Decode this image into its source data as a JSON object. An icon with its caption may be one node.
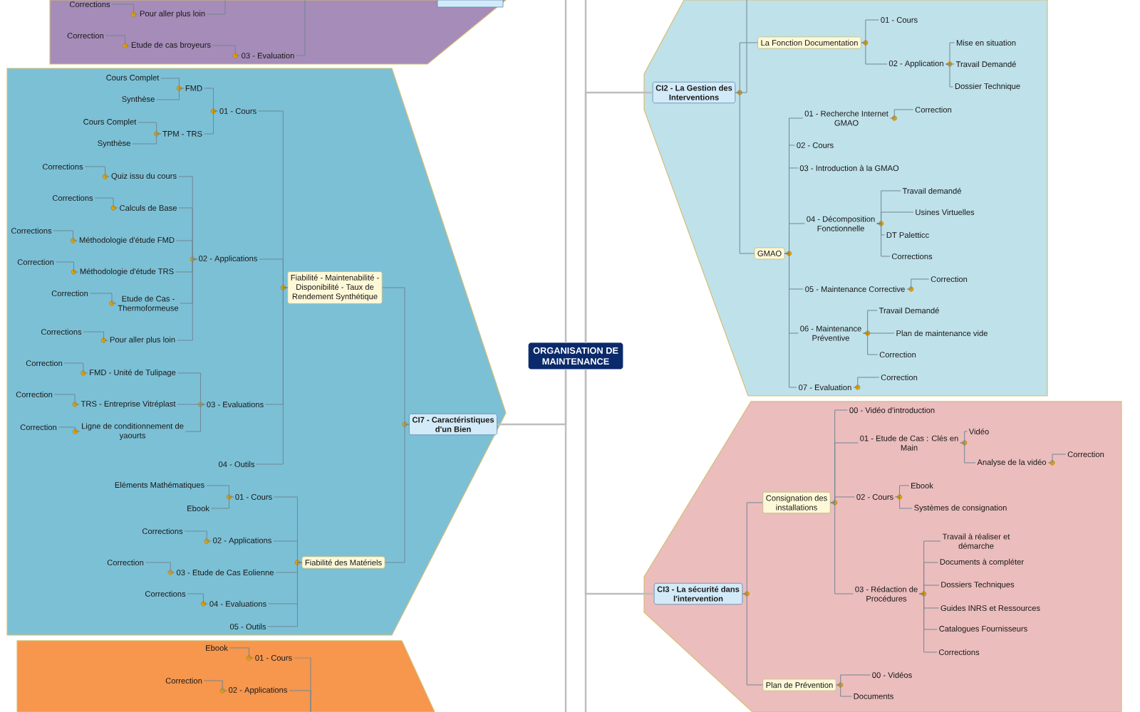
{
  "diagram": {
    "nodes": [
      {
        "text": [],
        "shape": "band"
      },
      {
        "text": [],
        "shape": "box",
        "in": 0
      },
      {
        "text": [
          "Corrections"
        ],
        "in": 0
      },
      {
        "text": [
          "Pour aller plus loin"
        ],
        "in": 0
      },
      {
        "text": [
          "Correction"
        ],
        "in": 0
      },
      {
        "text": [
          "Etude de cas broyeurs"
        ],
        "in": 0
      },
      {
        "text": [
          "03 - Evaluation"
        ],
        "in": 0
      },
      {
        "text": [],
        "shape": "band"
      },
      {
        "text": [
          "Cours Complet"
        ],
        "in": 7
      },
      {
        "text": [
          "Synthèse"
        ],
        "in": 7
      },
      {
        "text": [
          "FMD"
        ],
        "in": 7
      },
      {
        "text": [
          "Cours Complet"
        ],
        "in": 7
      },
      {
        "text": [
          "Synthèse"
        ],
        "in": 7
      },
      {
        "text": [
          "TPM - TRS"
        ],
        "in": 7
      },
      {
        "text": [
          "01 - Cours"
        ],
        "in": 7
      },
      {
        "text": [
          "Corrections"
        ],
        "in": 7
      },
      {
        "text": [
          "Quiz issu du cours"
        ],
        "in": 7
      },
      {
        "text": [
          "Corrections"
        ],
        "in": 7
      },
      {
        "text": [
          "Calculs de Base"
        ],
        "in": 7
      },
      {
        "text": [
          "Corrections"
        ],
        "in": 7
      },
      {
        "text": [
          "Méthodologie d'étude FMD"
        ],
        "in": 7
      },
      {
        "text": [
          "Correction"
        ],
        "in": 7
      },
      {
        "text": [
          "Méthodologie d'étude TRS"
        ],
        "in": 7
      },
      {
        "text": [
          "Correction"
        ],
        "in": 7
      },
      {
        "text": [
          "Etude de Cas - Thermoformeuse"
        ],
        "in": 7
      },
      {
        "text": [
          "Corrections"
        ],
        "in": 7
      },
      {
        "text": [
          "Pour aller plus loin"
        ],
        "in": 7
      },
      {
        "text": [
          "02 - Applications"
        ],
        "in": 7
      },
      {
        "text": [
          "Correction"
        ],
        "in": 7
      },
      {
        "text": [
          "FMD - Unité de Tulipage"
        ],
        "in": 7
      },
      {
        "text": [
          "Correction"
        ],
        "in": 7
      },
      {
        "text": [
          "TRS - Entreprise Vitréplast"
        ],
        "in": 7
      },
      {
        "text": [
          "Correction"
        ],
        "in": 7
      },
      {
        "text": [
          "Ligne de conditionnement de yaourts"
        ],
        "in": 7
      },
      {
        "text": [
          "03 - Evaluations"
        ],
        "in": 7
      },
      {
        "text": [
          "04 - Outils"
        ],
        "in": 7
      },
      {
        "text": [
          "Fiabilité - Maintenabilité - Disponibilité - Taux de Rendement Synthétique"
        ],
        "in": 7
      },
      {
        "text": [
          "Eléments Mathématiques"
        ],
        "in": 7
      },
      {
        "text": [
          "Ebook"
        ],
        "in": 7
      },
      {
        "text": [
          "01 - Cours"
        ],
        "in": 7
      },
      {
        "text": [
          "Corrections"
        ],
        "in": 7
      },
      {
        "text": [
          "02 - Applications"
        ],
        "in": 7
      },
      {
        "text": [
          "Correction"
        ],
        "in": 7
      },
      {
        "text": [
          "03 - Etude de Cas Eolienne"
        ],
        "in": 7
      },
      {
        "text": [
          "Corrections"
        ],
        "in": 7
      },
      {
        "text": [
          "04 - Evaluations"
        ],
        "in": 7
      },
      {
        "text": [
          "05 - Outils"
        ],
        "in": 7
      },
      {
        "text": [
          "Fiabilité des Matériels"
        ],
        "in": 7
      },
      {
        "text": [
          "CI7 - Caractéristiques d'un Bien"
        ],
        "in": 7
      },
      {
        "text": [],
        "shape": "band"
      },
      {
        "text": [
          "Ebook"
        ],
        "in": 49
      },
      {
        "text": [
          "01 - Cours"
        ],
        "in": 49
      },
      {
        "text": [
          "Correction"
        ],
        "in": 49
      },
      {
        "text": [
          "02 - Applications"
        ],
        "in": 49
      },
      {
        "text": [
          "ORGANISATION DE MAINTENANCE"
        ]
      },
      {
        "text": [],
        "shape": "band"
      },
      {
        "text": [
          "CI2 - La Gestion des Interventions"
        ],
        "in": 55
      },
      {
        "text": [
          "La Fonction Documentation"
        ],
        "in": 55
      },
      {
        "text": [
          "01 - Cours"
        ],
        "in": 55
      },
      {
        "text": [
          "02 - Application"
        ],
        "in": 55
      },
      {
        "text": [
          "Mise en situation"
        ],
        "in": 55
      },
      {
        "text": [
          "Travail Demandé"
        ],
        "in": 55
      },
      {
        "text": [
          "Dossier Technique"
        ],
        "in": 55
      },
      {
        "text": [
          "GMAO"
        ],
        "in": 55
      },
      {
        "text": [
          "01 - Recherche Internet GMAO"
        ],
        "in": 55
      },
      {
        "text": [
          "Correction"
        ],
        "in": 55
      },
      {
        "text": [
          "02 - Cours"
        ],
        "in": 55
      },
      {
        "text": [
          "03 - Introduction à la GMAO"
        ],
        "in": 55
      },
      {
        "text": [
          "04 - Décomposition Fonctionnelle"
        ],
        "in": 55
      },
      {
        "text": [
          "Travail demandé"
        ],
        "in": 55
      },
      {
        "text": [
          "Usines Virtuelles"
        ],
        "in": 55
      },
      {
        "text": [
          "DT Paletticc"
        ],
        "in": 55
      },
      {
        "text": [
          "Corrections"
        ],
        "in": 55
      },
      {
        "text": [
          "05 - Maintenance Corrective"
        ],
        "in": 55
      },
      {
        "text": [
          "Correction"
        ],
        "in": 55
      },
      {
        "text": [
          "06 - Maintenance Préventive"
        ],
        "in": 55
      },
      {
        "text": [
          "Travail Demandé"
        ],
        "in": 55
      },
      {
        "text": [
          "Plan de maintenance vide"
        ],
        "in": 55
      },
      {
        "text": [
          "Correction"
        ],
        "in": 55
      },
      {
        "text": [
          "07 - Evaluation"
        ],
        "in": 55
      },
      {
        "text": [
          "Correction"
        ],
        "in": 55
      },
      {
        "text": [],
        "shape": "band"
      },
      {
        "text": [
          "CI3 - La sécurité dans l'intervention"
        ],
        "in": 81
      },
      {
        "text": [
          "Consignation des installations"
        ],
        "in": 81
      },
      {
        "text": [
          "00 - Vidéo d'introduction"
        ],
        "in": 81
      },
      {
        "text": [
          "01 - Etude de Cas : Clés en Main"
        ],
        "in": 81
      },
      {
        "text": [
          "Vidéo"
        ],
        "in": 81
      },
      {
        "text": [
          "Analyse de la vidéo"
        ],
        "in": 81
      },
      {
        "text": [
          "Correction"
        ],
        "in": 81
      },
      {
        "text": [
          "02 - Cours"
        ],
        "in": 81
      },
      {
        "text": [
          "Ebook"
        ],
        "in": 81
      },
      {
        "text": [
          "Systèmes de consignation"
        ],
        "in": 81
      },
      {
        "text": [
          "03 - Rédaction de Procédures"
        ],
        "in": 81
      },
      {
        "text": [
          "Travail à réaliser et démarche"
        ],
        "in": 81
      },
      {
        "text": [
          "Documents à compléter"
        ],
        "in": 81
      },
      {
        "text": [
          "Dossiers Techniques"
        ],
        "in": 81
      },
      {
        "text": [
          "Guides INRS et Ressources"
        ],
        "in": 81
      },
      {
        "text": [
          "Catalogues Fournisseurs"
        ],
        "in": 81
      },
      {
        "text": [
          "Corrections"
        ],
        "in": 81
      },
      {
        "text": [
          "Plan de Prévention"
        ],
        "in": 81
      },
      {
        "text": [
          "00 - Vidéos"
        ],
        "in": 81
      },
      {
        "text": [
          "Documents"
        ],
        "in": 81
      }
    ],
    "edges": [
      {
        "from": 3,
        "to": 2,
        "arrow": "none"
      },
      {
        "from": 5,
        "to": 4,
        "arrow": "none"
      },
      {
        "from": 6,
        "to": 5,
        "arrow": "none"
      },
      {
        "from": null,
        "to": 3,
        "arrow": "none"
      },
      {
        "from": null,
        "to": 6,
        "arrow": "none"
      },
      {
        "from": 10,
        "to": 8,
        "arrow": "none"
      },
      {
        "from": 10,
        "to": 9,
        "arrow": "none"
      },
      {
        "from": 13,
        "to": 11,
        "arrow": "none"
      },
      {
        "from": 13,
        "to": 12,
        "arrow": "none"
      },
      {
        "from": 14,
        "to": 10,
        "arrow": "none"
      },
      {
        "from": 14,
        "to": 13,
        "arrow": "none"
      },
      {
        "from": 16,
        "to": 15,
        "arrow": "none"
      },
      {
        "from": 18,
        "to": 17,
        "arrow": "none"
      },
      {
        "from": 20,
        "to": 19,
        "arrow": "none"
      },
      {
        "from": 22,
        "to": 21,
        "arrow": "none"
      },
      {
        "from": 24,
        "to": 23,
        "arrow": "none"
      },
      {
        "from": 26,
        "to": 25,
        "arrow": "none"
      },
      {
        "from": 27,
        "to": 16,
        "arrow": "none"
      },
      {
        "from": 27,
        "to": 18,
        "arrow": "none"
      },
      {
        "from": 27,
        "to": 20,
        "arrow": "none"
      },
      {
        "from": 27,
        "to": 22,
        "arrow": "none"
      },
      {
        "from": 27,
        "to": 24,
        "arrow": "none"
      },
      {
        "from": 27,
        "to": 26,
        "arrow": "none"
      },
      {
        "from": 29,
        "to": 28,
        "arrow": "none"
      },
      {
        "from": 31,
        "to": 30,
        "arrow": "none"
      },
      {
        "from": 33,
        "to": 32,
        "arrow": "none"
      },
      {
        "from": 34,
        "to": 29,
        "arrow": "none"
      },
      {
        "from": 34,
        "to": 31,
        "arrow": "none"
      },
      {
        "from": 34,
        "to": 33,
        "arrow": "none"
      },
      {
        "from": 36,
        "to": 14,
        "arrow": "none"
      },
      {
        "from": 36,
        "to": 27,
        "arrow": "none"
      },
      {
        "from": 36,
        "to": 34,
        "arrow": "none"
      },
      {
        "from": 36,
        "to": 35,
        "arrow": "none"
      },
      {
        "from": 39,
        "to": 37,
        "arrow": "none"
      },
      {
        "from": 39,
        "to": 38,
        "arrow": "none"
      },
      {
        "from": 41,
        "to": 40,
        "arrow": "none"
      },
      {
        "from": 43,
        "to": 42,
        "arrow": "none"
      },
      {
        "from": 45,
        "to": 44,
        "arrow": "none"
      },
      {
        "from": 47,
        "to": 39,
        "arrow": "none"
      },
      {
        "from": 47,
        "to": 41,
        "arrow": "none"
      },
      {
        "from": 47,
        "to": 43,
        "arrow": "none"
      },
      {
        "from": 47,
        "to": 45,
        "arrow": "none"
      },
      {
        "from": 47,
        "to": 46,
        "arrow": "none"
      },
      {
        "from": 48,
        "to": 36,
        "arrow": "none"
      },
      {
        "from": 48,
        "to": 47,
        "arrow": "none"
      },
      {
        "from": 51,
        "to": 50,
        "arrow": "none"
      },
      {
        "from": 53,
        "to": 52,
        "arrow": "none"
      },
      {
        "from": null,
        "to": 51,
        "arrow": "none"
      },
      {
        "from": null,
        "to": 53,
        "arrow": "none"
      },
      {
        "from": 54,
        "to": 48,
        "arrow": "none"
      },
      {
        "from": 54,
        "to": 56,
        "arrow": "none"
      },
      {
        "from": 54,
        "to": 82,
        "arrow": "none"
      },
      {
        "from": 54,
        "to": null,
        "arrow": "none"
      },
      {
        "from": 54,
        "to": null,
        "arrow": "none"
      },
      {
        "from": 54,
        "to": null,
        "arrow": "none"
      },
      {
        "from": 54,
        "to": null,
        "arrow": "none"
      },
      {
        "from": 56,
        "to": 57,
        "arrow": "none"
      },
      {
        "from": 56,
        "to": 63,
        "arrow": "none"
      },
      {
        "from": 56,
        "to": null,
        "arrow": "none"
      },
      {
        "from": 57,
        "to": 58,
        "arrow": "none"
      },
      {
        "from": 57,
        "to": 59,
        "arrow": "none"
      },
      {
        "from": 59,
        "to": 60,
        "arrow": "none"
      },
      {
        "from": 59,
        "to": 61,
        "arrow": "none"
      },
      {
        "from": 59,
        "to": 62,
        "arrow": "none"
      },
      {
        "from": 63,
        "to": 64,
        "arrow": "none"
      },
      {
        "from": 63,
        "to": 66,
        "arrow": "none"
      },
      {
        "from": 63,
        "to": 67,
        "arrow": "none"
      },
      {
        "from": 63,
        "to": 68,
        "arrow": "none"
      },
      {
        "from": 63,
        "to": 73,
        "arrow": "none"
      },
      {
        "from": 63,
        "to": 75,
        "arrow": "none"
      },
      {
        "from": 63,
        "to": 79,
        "arrow": "none"
      },
      {
        "from": 64,
        "to": 65,
        "arrow": "none"
      },
      {
        "from": 68,
        "to": 69,
        "arrow": "none"
      },
      {
        "from": 68,
        "to": 70,
        "arrow": "none"
      },
      {
        "from": 68,
        "to": 71,
        "arrow": "none"
      },
      {
        "from": 68,
        "to": 72,
        "arrow": "none"
      },
      {
        "from": 73,
        "to": 74,
        "arrow": "none"
      },
      {
        "from": 75,
        "to": 76,
        "arrow": "none"
      },
      {
        "from": 75,
        "to": 77,
        "arrow": "none"
      },
      {
        "from": 75,
        "to": 78,
        "arrow": "none"
      },
      {
        "from": 79,
        "to": 80,
        "arrow": "none"
      },
      {
        "from": 82,
        "to": 83,
        "arrow": "none"
      },
      {
        "from": 82,
        "to": 99,
        "arrow": "none"
      },
      {
        "from": 83,
        "to": 84,
        "arrow": "none"
      },
      {
        "from": 83,
        "to": 85,
        "arrow": "none"
      },
      {
        "from": 83,
        "to": 89,
        "arrow": "none"
      },
      {
        "from": 83,
        "to": 92,
        "arrow": "none"
      },
      {
        "from": 85,
        "to": 86,
        "arrow": "none"
      },
      {
        "from": 85,
        "to": 87,
        "arrow": "none"
      },
      {
        "from": 87,
        "to": 88,
        "arrow": "none"
      },
      {
        "from": 89,
        "to": 90,
        "arrow": "none"
      },
      {
        "from": 89,
        "to": 91,
        "arrow": "none"
      },
      {
        "from": 92,
        "to": 93,
        "arrow": "none"
      },
      {
        "from": 92,
        "to": 94,
        "arrow": "none"
      },
      {
        "from": 92,
        "to": 95,
        "arrow": "none"
      },
      {
        "from": 92,
        "to": 96,
        "arrow": "none"
      },
      {
        "from": 92,
        "to": 97,
        "arrow": "none"
      },
      {
        "from": 92,
        "to": 98,
        "arrow": "none"
      },
      {
        "from": 99,
        "to": 100,
        "arrow": "none"
      },
      {
        "from": 99,
        "to": 101,
        "arrow": "none"
      }
    ]
  }
}
